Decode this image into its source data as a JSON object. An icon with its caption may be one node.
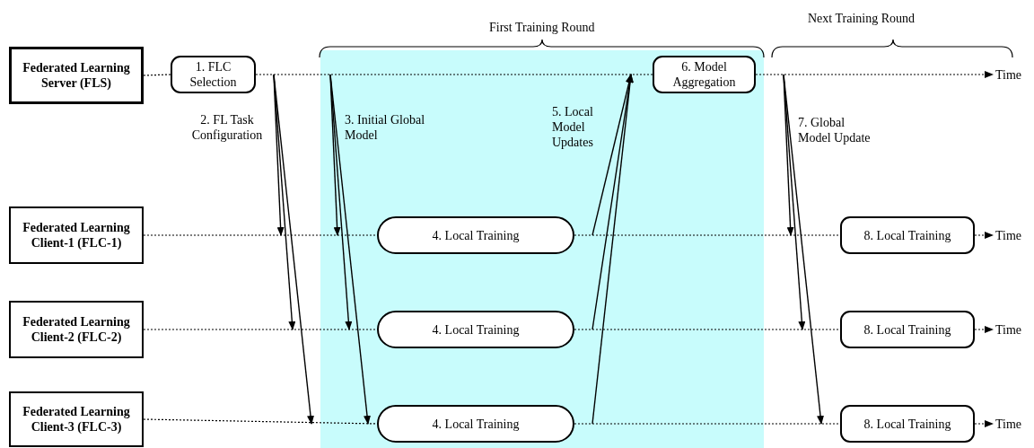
{
  "diagram": {
    "nodes": [
      {
        "text": [
          "Federated Learning Server (FLS)"
        ]
      },
      {
        "text": [
          "Federated Learning Client-1 (FLC-1)"
        ]
      },
      {
        "text": [
          "Federated Learning Client-2 (FLC-2)"
        ]
      },
      {
        "text": [
          "Federated Learning Client-3 (FLC-3)"
        ]
      },
      {
        "text": [
          "1. FLC Selection"
        ]
      },
      {
        "text": [
          "6. Model Aggregation"
        ]
      },
      {
        "text": [
          "4. Local Training"
        ]
      },
      {
        "text": [
          "4. Local Training"
        ]
      },
      {
        "text": [
          "4. Local Training"
        ]
      },
      {
        "text": [
          "8. Local Training"
        ]
      },
      {
        "text": [
          "8. Local Training"
        ]
      },
      {
        "text": [
          "8. Local Training"
        ]
      },
      {
        "text": [
          "Time"
        ]
      },
      {
        "text": [
          "Time"
        ]
      },
      {
        "text": [
          "Time"
        ]
      },
      {
        "text": [
          "Time"
        ]
      }
    ],
    "edges": [
      {
        "from": 0,
        "to": 4,
        "arrow": "none",
        "style": "dashed"
      },
      {
        "from": 4,
        "to": 5,
        "arrow": "none",
        "style": "dashed"
      },
      {
        "from": 5,
        "to": 12,
        "arrow": "to",
        "style": "dashed"
      },
      {
        "from": 1,
        "to": 6,
        "arrow": "none",
        "style": "dashed"
      },
      {
        "from": 6,
        "to": 9,
        "arrow": "none",
        "style": "dashed"
      },
      {
        "from": 9,
        "to": 13,
        "arrow": "to",
        "style": "dashed"
      },
      {
        "from": 2,
        "to": 7,
        "arrow": "none",
        "style": "dashed"
      },
      {
        "from": 7,
        "to": 10,
        "arrow": "none",
        "style": "dashed"
      },
      {
        "from": 10,
        "to": 14,
        "arrow": "to",
        "style": "dashed"
      },
      {
        "from": 3,
        "to": 8,
        "arrow": "none",
        "style": "dashed"
      },
      {
        "from": 8,
        "to": 11,
        "arrow": "none",
        "style": "dashed"
      },
      {
        "from": 11,
        "to": 15,
        "arrow": "to",
        "style": "dashed"
      },
      {
        "from": 4,
        "to": null,
        "arrow": "to",
        "label": "2. FL Task Configuration"
      },
      {
        "from": 4,
        "to": null,
        "arrow": "to"
      },
      {
        "from": 4,
        "to": null,
        "arrow": "to"
      },
      {
        "from": null,
        "to": 6,
        "arrow": "to",
        "label": "3. Initial Global Model"
      },
      {
        "from": null,
        "to": 7,
        "arrow": "to"
      },
      {
        "from": null,
        "to": 8,
        "arrow": "to"
      },
      {
        "from": 6,
        "to": 5,
        "arrow": "to",
        "label": "5. Local Model Updates"
      },
      {
        "from": 7,
        "to": 5,
        "arrow": "to"
      },
      {
        "from": 8,
        "to": 5,
        "arrow": "to"
      },
      {
        "from": 5,
        "to": 9,
        "arrow": "to",
        "label": "7. Global Model Update"
      },
      {
        "from": 5,
        "to": 10,
        "arrow": "to"
      },
      {
        "from": 5,
        "to": 11,
        "arrow": "to"
      }
    ],
    "labels": [
      "First Training Round",
      "Next Training Round"
    ]
  }
}
